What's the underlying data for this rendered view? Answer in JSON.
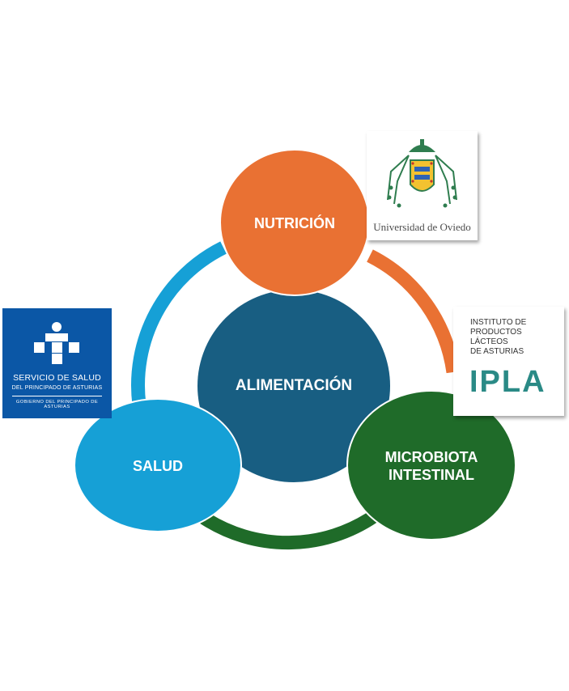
{
  "diagram": {
    "center": {
      "label": "ALIMENTACIÓN",
      "color": "#185e82"
    },
    "nodes": [
      {
        "id": "nutricion",
        "label": "NUTRICIÓN",
        "color": "#e97133"
      },
      {
        "id": "microbiota",
        "label": "MICROBIOTA\nINTESTINAL",
        "color": "#1f6b29"
      },
      {
        "id": "salud",
        "label": "SALUD",
        "color": "#16a0d6"
      }
    ],
    "ring_arcs": [
      {
        "from": "nutricion",
        "to": "microbiota",
        "color": "#e97133"
      },
      {
        "from": "microbiota",
        "to": "salud",
        "color": "#1f6b29"
      },
      {
        "from": "salud",
        "to": "nutricion",
        "color": "#16a0d6"
      }
    ]
  },
  "logos": {
    "uniovi": {
      "name": "Universidad de Oviedo"
    },
    "ipla": {
      "name": "INSTITUTO DE\nPRODUCTOS LÁCTEOS\nDE ASTURIAS",
      "mark": "IPLA",
      "color": "#2a8a86"
    },
    "sespa": {
      "name": "SERVICIO DE SALUD",
      "sub": "DEL PRINCIPADO DE ASTURIAS",
      "gov": "GOBIERNO DEL PRINCIPADO DE ASTURIAS",
      "color": "#0b57a6"
    }
  }
}
